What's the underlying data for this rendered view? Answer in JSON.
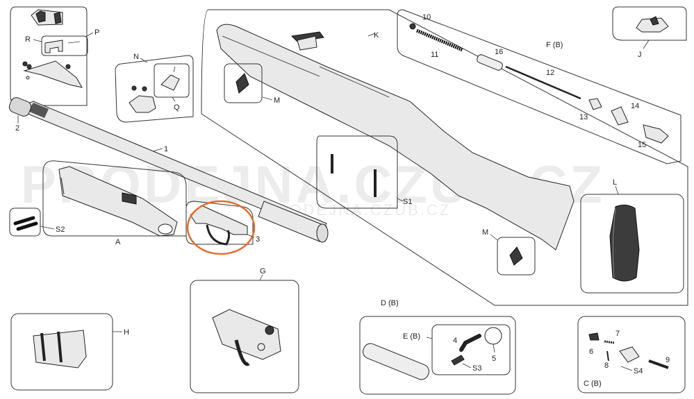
{
  "labels": {
    "P": "P",
    "R": "R",
    "N": "N",
    "Q": "Q",
    "K": "K",
    "M_top": "M",
    "M_bottom": "M",
    "F": "F (B)",
    "J": "J",
    "L": "L",
    "n1": "1",
    "n2": "2",
    "n3": "3",
    "n4": "4",
    "n5": "5",
    "n6": "6",
    "n7": "7",
    "n8": "8",
    "n9": "9",
    "n10": "10",
    "n11": "11",
    "n12": "12",
    "n13": "13",
    "n14": "14",
    "n15": "15",
    "n16": "16",
    "S1": "S1",
    "S2": "S2",
    "S3": "S3",
    "S4": "S4",
    "A": "A",
    "G": "G",
    "H": "H",
    "D": "D (B)",
    "E": "E (B)",
    "C": "C (B)"
  },
  "watermark": {
    "main": "PRODEJNA.CZUB.CZ",
    "small": "PRODEJNA.CZUB.CZ"
  },
  "highlight_color": "#e36d2e"
}
